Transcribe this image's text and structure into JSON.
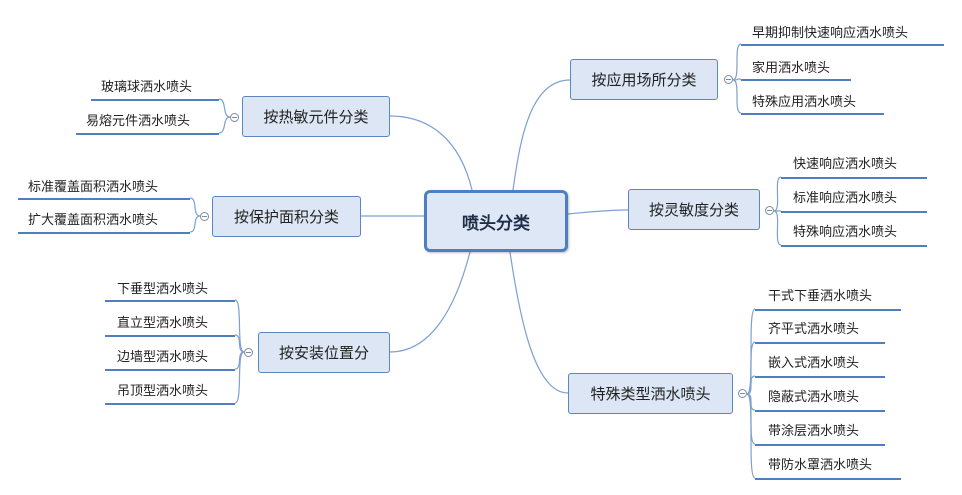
{
  "root": {
    "label": "喷头分类"
  },
  "branches": [
    {
      "label": "按应用场所分类",
      "children": [
        "早期抑制快速响应洒水喷头",
        "家用洒水喷头",
        "特殊应用洒水喷头"
      ]
    },
    {
      "label": "按灵敏度分类",
      "children": [
        "快速响应洒水喷头",
        "标准响应洒水喷头",
        "特殊响应洒水喷头"
      ]
    },
    {
      "label": "特殊类型洒水喷头",
      "children": [
        "干式下垂洒水喷头",
        "齐平式洒水喷头",
        "嵌入式洒水喷头",
        "隐蔽式洒水喷头",
        "带涂层洒水喷头",
        "带防水罩洒水喷头"
      ]
    },
    {
      "label": "按热敏元件分类",
      "children": [
        "玻璃球洒水喷头",
        "易熔元件洒水喷头"
      ]
    },
    {
      "label": "按保护面积分类",
      "children": [
        "标准覆盖面积洒水喷头",
        "扩大覆盖面积洒水喷头"
      ]
    },
    {
      "label": "按安装位置分",
      "children": [
        "下垂型洒水喷头",
        "直立型洒水喷头",
        "边墙型洒水喷头",
        "吊顶型洒水喷头"
      ]
    }
  ]
}
